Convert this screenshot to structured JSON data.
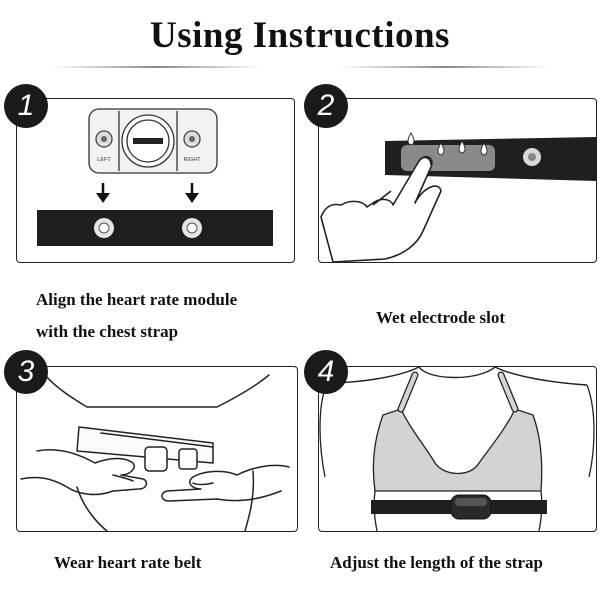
{
  "title": "Using  Instructions",
  "steps": [
    {
      "number": "1",
      "caption_lines": [
        "Align the heart rate module",
        "with the chest strap"
      ]
    },
    {
      "number": "2",
      "caption_lines": [
        "Wet electrode slot"
      ]
    },
    {
      "number": "3",
      "caption_lines": [
        "Wear heart rate belt"
      ]
    },
    {
      "number": "4",
      "caption_lines": [
        "Adjust the length of the strap"
      ]
    }
  ],
  "module_labels": {
    "left": "LEFT",
    "right": "RIGHT"
  },
  "colors": {
    "badge": "#1a1a1a",
    "strap": "#1f1f1f",
    "outline": "#222222"
  }
}
